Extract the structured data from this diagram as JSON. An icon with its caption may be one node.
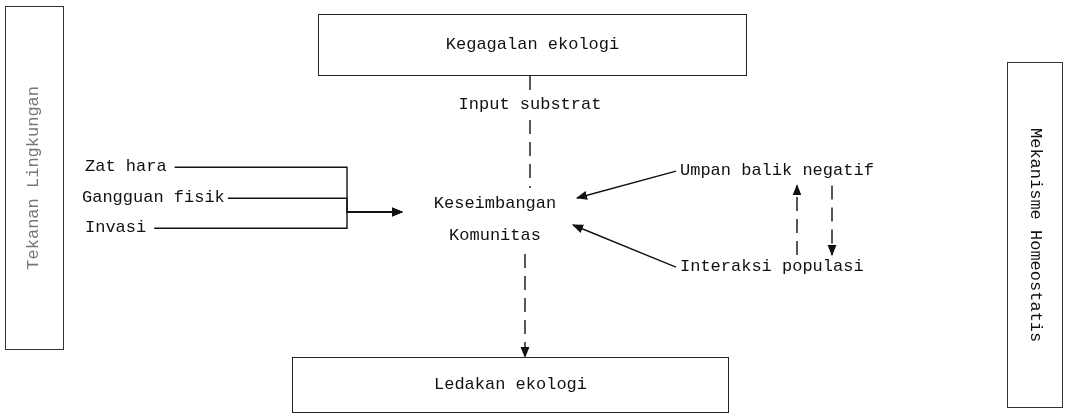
{
  "diagram": {
    "nodes": [
      {
        "text": [
          "Tekanan Lingkungan"
        ]
      },
      {
        "text": [
          "Kegagalan ekologi"
        ]
      },
      {
        "text": [
          "Zat hara"
        ]
      },
      {
        "text": [
          "Gangguan fisik"
        ]
      },
      {
        "text": [
          "Invasi"
        ]
      },
      {
        "text": [
          "Keseimbangan Komunitas"
        ]
      },
      {
        "text": [
          "Umpan balik negatif"
        ]
      },
      {
        "text": [
          "Interaksi populasi"
        ]
      },
      {
        "text": [
          "Ledakan ekologi"
        ]
      },
      {
        "text": [
          "Mekanisme Homeostatis"
        ]
      }
    ],
    "edges": [
      {
        "from": 1,
        "to": 5,
        "arrow": "none",
        "label": "Input substrat",
        "style": "dashed"
      },
      {
        "from": 2,
        "to": 5,
        "arrow": "to"
      },
      {
        "from": 3,
        "to": 5,
        "arrow": "to"
      },
      {
        "from": 4,
        "to": 5,
        "arrow": "to"
      },
      {
        "from": 6,
        "to": 5,
        "arrow": "to"
      },
      {
        "from": 7,
        "to": 5,
        "arrow": "to"
      },
      {
        "from": 7,
        "to": 6,
        "arrow": "to",
        "style": "dashed"
      },
      {
        "from": 6,
        "to": 7,
        "arrow": "to",
        "style": "dashed"
      },
      {
        "from": 5,
        "to": 8,
        "arrow": "to",
        "style": "dashed"
      }
    ]
  }
}
